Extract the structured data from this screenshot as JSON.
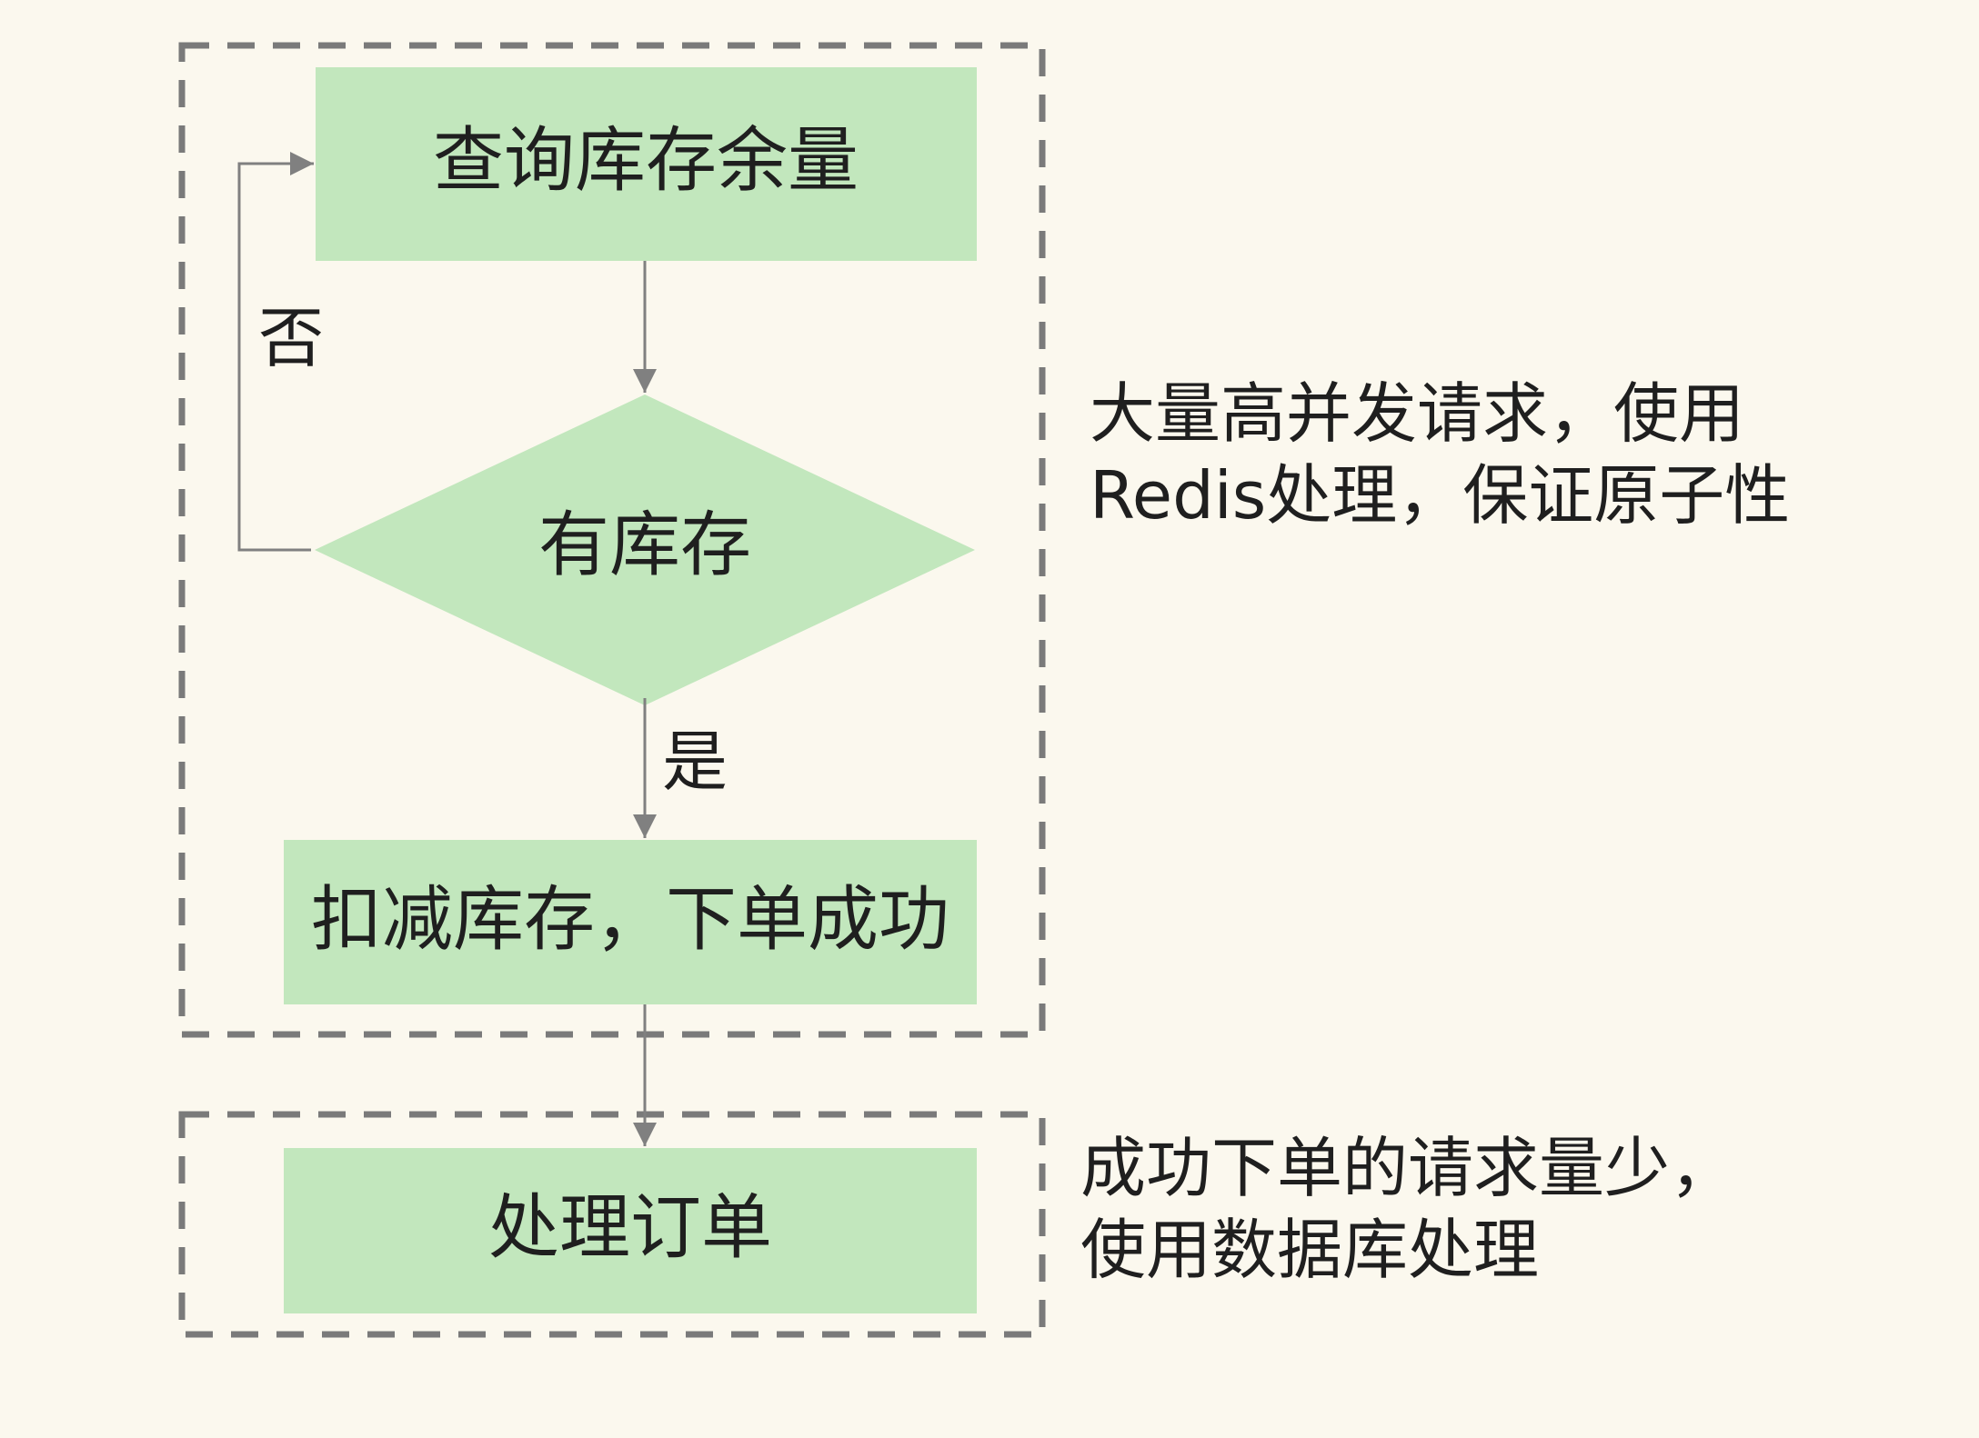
{
  "colors": {
    "background": "#fbf8ee",
    "node_fill": "#c2e7bd",
    "edge": "#808080",
    "group_border": "#7a7a7a",
    "text": "#1f1f1f"
  },
  "nodes": {
    "query": {
      "label": "查询库存余量",
      "shape": "rectangle"
    },
    "decision": {
      "label": "有库存",
      "shape": "diamond"
    },
    "deduct": {
      "label": "扣减库存，下单成功",
      "shape": "rectangle"
    },
    "process": {
      "label": "处理订单",
      "shape": "rectangle"
    }
  },
  "edges": {
    "no_label": "否",
    "yes_label": "是"
  },
  "groups": {
    "redis": {
      "note_lines": [
        "大量高并发请求，使用",
        "Redis处理，保证原子性"
      ]
    },
    "database": {
      "note_lines": [
        "成功下单的请求量少，",
        "使用数据库处理"
      ]
    }
  }
}
